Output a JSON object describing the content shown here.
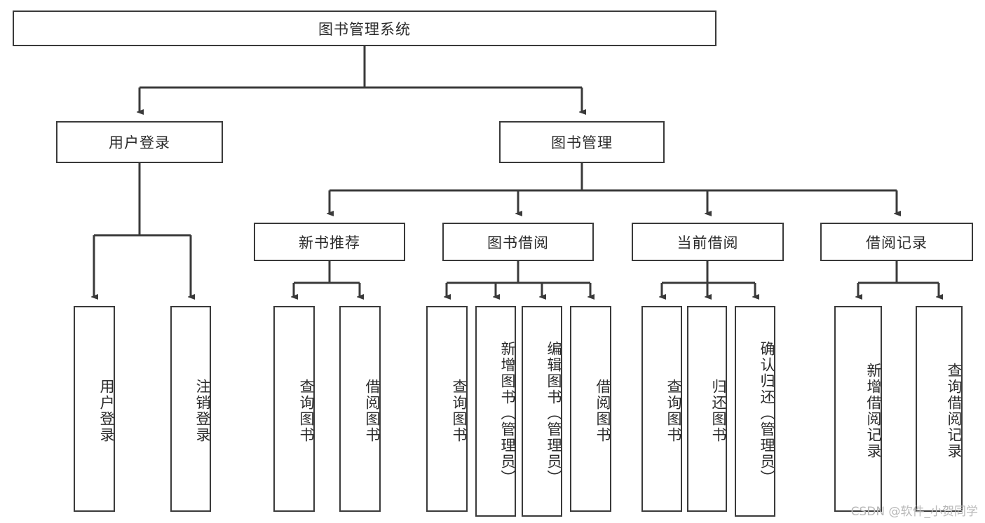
{
  "diagram": {
    "type": "tree-hierarchy-chart",
    "title": "图书管理系统",
    "levels": {
      "root": {
        "label": "图书管理系统"
      },
      "level2": [
        {
          "id": "user-login",
          "label": "用户登录"
        },
        {
          "id": "book-management",
          "label": "图书管理"
        }
      ],
      "level3": [
        {
          "id": "new-book-recommend",
          "label": "新书推荐"
        },
        {
          "id": "book-borrow",
          "label": "图书借阅"
        },
        {
          "id": "current-borrow",
          "label": "当前借阅"
        },
        {
          "id": "borrow-record",
          "label": "借阅记录"
        }
      ],
      "leaves": [
        {
          "id": "leaf-user-login",
          "label": "用户登录",
          "parent": "user-login"
        },
        {
          "id": "leaf-user-logout",
          "label": "注销登录",
          "parent": "user-login"
        },
        {
          "id": "leaf-query-book-1",
          "label": "查询图书",
          "parent": "new-book-recommend"
        },
        {
          "id": "leaf-borrow-book-1",
          "label": "借阅图书",
          "parent": "new-book-recommend"
        },
        {
          "id": "leaf-query-book-2",
          "label": "查询图书",
          "parent": "book-borrow"
        },
        {
          "id": "leaf-add-book",
          "label": "新增图书（管理员）",
          "parent": "book-borrow"
        },
        {
          "id": "leaf-edit-book",
          "label": "编辑图书（管理员）",
          "parent": "book-borrow"
        },
        {
          "id": "leaf-borrow-book-2",
          "label": "借阅图书",
          "parent": "book-borrow"
        },
        {
          "id": "leaf-query-book-3",
          "label": "查询图书",
          "parent": "current-borrow"
        },
        {
          "id": "leaf-return-book",
          "label": "归还图书",
          "parent": "current-borrow"
        },
        {
          "id": "leaf-confirm-return",
          "label": "确认归还（管理员）",
          "parent": "current-borrow"
        },
        {
          "id": "leaf-add-record",
          "label": "新增借阅记录",
          "parent": "borrow-record"
        },
        {
          "id": "leaf-query-record",
          "label": "查询借阅记录",
          "parent": "borrow-record"
        }
      ]
    },
    "colors": {
      "stroke": "#3a3a3a",
      "background": "#ffffff",
      "text": "#2b2b2b",
      "watermark": "#b8b8b8"
    }
  },
  "watermark": {
    "text": "CSDN @软件_小贺同学"
  }
}
